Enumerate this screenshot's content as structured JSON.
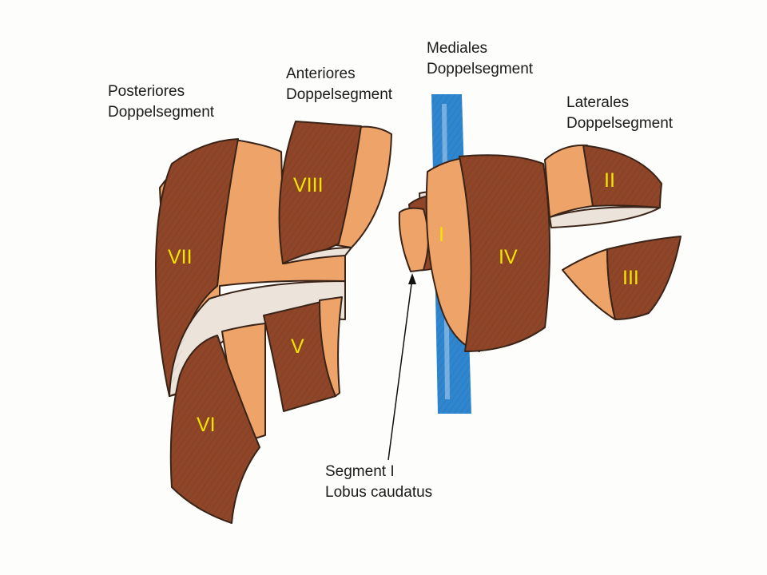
{
  "labels": {
    "posterior": [
      "Posteriores",
      "Doppelsegment"
    ],
    "anterior": [
      "Anteriores",
      "Doppelsegment"
    ],
    "medial": [
      "Mediales",
      "Doppelsegment"
    ],
    "lateral": [
      "Laterales",
      "Doppelsegment"
    ],
    "caudate": [
      "Segment I",
      "Lobus caudatus"
    ]
  },
  "segments": {
    "I": "I",
    "II": "II",
    "III": "III",
    "IV": "IV",
    "V": "V",
    "VI": "VI",
    "VII": "VII",
    "VIII": "VIII"
  },
  "colors": {
    "dark_segment": "#8f4528",
    "light_segment": "#eea469",
    "cut_surface": "#ece3db",
    "vein": "#2f86cf",
    "segment_number": "#f2e400",
    "outline": "#3a2418"
  }
}
